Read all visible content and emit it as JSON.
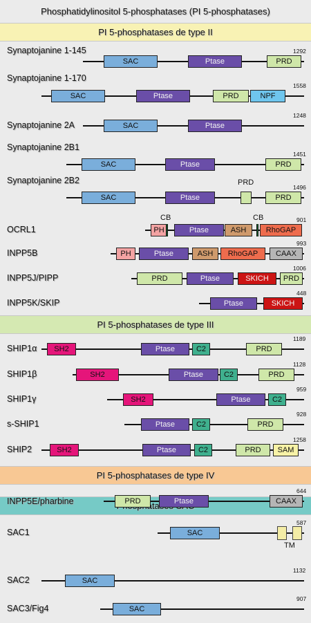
{
  "title": "Phosphatidylinositol 5-phosphatases (PI 5-phosphatases)",
  "colors": {
    "SAC": "#7aaedb",
    "Ptase": "#6a4ea8",
    "PRD": "#cfe7a9",
    "NPF": "#6fc6ee",
    "PH": "#f3a3a3",
    "ASH": "#cf9a6c",
    "RhoGAP": "#ee6c4d",
    "CAAX": "#b5b5b5",
    "SKICH": "#cc1414",
    "SH2": "#e5157a",
    "C2": "#3fb08e",
    "SAM": "#f7f2a6",
    "section_II": "#f8f2b4",
    "section_III": "#d5e9b2",
    "section_IV": "#f8c894",
    "section_SAC": "#76cac6"
  },
  "sections": [
    {
      "name": "PI 5-phosphatases de type II",
      "color": "#f8f2b4"
    },
    {
      "name": "PI 5-phosphatases de type III",
      "color": "#d5e9b2"
    },
    {
      "name": "PI 5-phosphatases de type IV",
      "color": "#f8c894"
    },
    {
      "name": "Phosphatases SAC",
      "color": "#76cac6"
    }
  ],
  "proteins": [
    {
      "name": "Synaptojanine 1-145",
      "length": "1292",
      "domains": [
        "SAC",
        "Ptase",
        "PRD"
      ]
    },
    {
      "name": "Synaptojanine 1-170",
      "length": "1558",
      "domains": [
        "SAC",
        "Ptase",
        "PRD",
        "NPF"
      ]
    },
    {
      "name": "Synaptojanine 2A",
      "length": "1248",
      "domains": [
        "SAC",
        "Ptase"
      ]
    },
    {
      "name": "Synaptojanine 2B1",
      "length": "1451",
      "domains": [
        "SAC",
        "Ptase",
        "PRD"
      ]
    },
    {
      "name": "Synaptojanine 2B2",
      "length": "1496",
      "domains": [
        "SAC",
        "Ptase",
        "PRD",
        "PRD"
      ],
      "annotation": "PRD"
    },
    {
      "name": "OCRL1",
      "length": "901",
      "domains": [
        "PH",
        "Ptase",
        "ASH",
        "RhoGAP"
      ],
      "annotations": [
        "CB",
        "CB"
      ]
    },
    {
      "name": "INPP5B",
      "length": "993",
      "domains": [
        "PH",
        "Ptase",
        "ASH",
        "RhoGAP",
        "CAAX"
      ]
    },
    {
      "name": "INPP5J/PIPP",
      "length": "1006",
      "domains": [
        "PRD",
        "Ptase",
        "SKICH",
        "PRD"
      ]
    },
    {
      "name": "INPP5K/SKIP",
      "length": "448",
      "domains": [
        "Ptase",
        "SKICH"
      ]
    },
    {
      "name": "SHIP1α",
      "length": "1189",
      "domains": [
        "SH2",
        "Ptase",
        "C2",
        "PRD"
      ]
    },
    {
      "name": "SHIP1β",
      "length": "1128",
      "domains": [
        "SH2",
        "Ptase",
        "C2",
        "PRD"
      ]
    },
    {
      "name": "SHIP1γ",
      "length": "959",
      "domains": [
        "SH2",
        "Ptase",
        "C2"
      ]
    },
    {
      "name": "s-SHIP1",
      "length": "928",
      "domains": [
        "Ptase",
        "C2",
        "PRD"
      ]
    },
    {
      "name": "SHIP2",
      "length": "1258",
      "domains": [
        "SH2",
        "Ptase",
        "C2",
        "PRD",
        "SAM"
      ]
    },
    {
      "name": "INPP5E/pharbine",
      "length": "644",
      "domains": [
        "PRD",
        "Ptase",
        "CAAX"
      ]
    },
    {
      "name": "SAC1",
      "length": "587",
      "domains": [
        "SAC"
      ],
      "annotation": "TM"
    },
    {
      "name": "SAC2",
      "length": "1132",
      "domains": [
        "SAC"
      ]
    },
    {
      "name": "SAC3/Fig4",
      "length": "907",
      "domains": [
        "SAC"
      ]
    }
  ]
}
